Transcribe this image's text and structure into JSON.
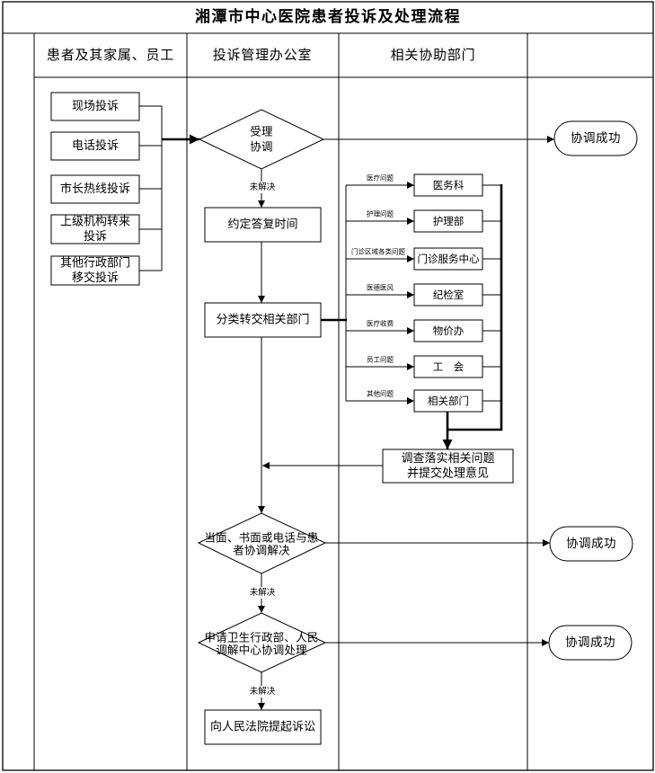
{
  "title": "湘潭市中心医院患者投诉及处理流程",
  "lanes": [
    {
      "label": "患者及其家属、员工"
    },
    {
      "label": "投诉管理办公室"
    },
    {
      "label": "相关协助部门"
    }
  ],
  "sources": [
    {
      "lines": [
        "现场投诉"
      ]
    },
    {
      "lines": [
        "电话投诉"
      ]
    },
    {
      "lines": [
        "市长热线投诉"
      ]
    },
    {
      "lines": [
        "上级机构转来",
        "投诉"
      ]
    },
    {
      "lines": [
        "其他行政部门",
        "移交投诉"
      ]
    }
  ],
  "flow": {
    "accept": {
      "lines": [
        "受理",
        "协调"
      ]
    },
    "unresolved_1": "未解决",
    "appointment": "约定答复时间",
    "classify": "分类转交相关部门",
    "negotiate": {
      "lines": [
        "当面、书面或电话与患",
        "者协调解决"
      ]
    },
    "unresolved_2": "未解决",
    "mediation": {
      "lines": [
        "申请卫生行政部、人民",
        "调解中心协调处理"
      ]
    },
    "unresolved_3": "未解决",
    "lawsuit": "向人民法院提起诉讼"
  },
  "outcomes": [
    "协调成功",
    "协调成功",
    "协调成功"
  ],
  "departments": [
    {
      "issue": "医疗问题",
      "name": "医务科"
    },
    {
      "issue": "护理问题",
      "name": "护理部"
    },
    {
      "issue": "门诊区域各类问题",
      "name": "门诊服务中心"
    },
    {
      "issue": "医德医风",
      "name": "纪检室"
    },
    {
      "issue": "医疗收费",
      "name": "物价办"
    },
    {
      "issue": "员工问题",
      "name": "工　会"
    },
    {
      "issue": "其他问题",
      "name": "相关部门"
    }
  ],
  "investigation": {
    "lines": [
      "调查落实相关问题",
      "并提交处理意见"
    ]
  },
  "colors": {
    "stroke": "#000000",
    "background": "#ffffff"
  }
}
